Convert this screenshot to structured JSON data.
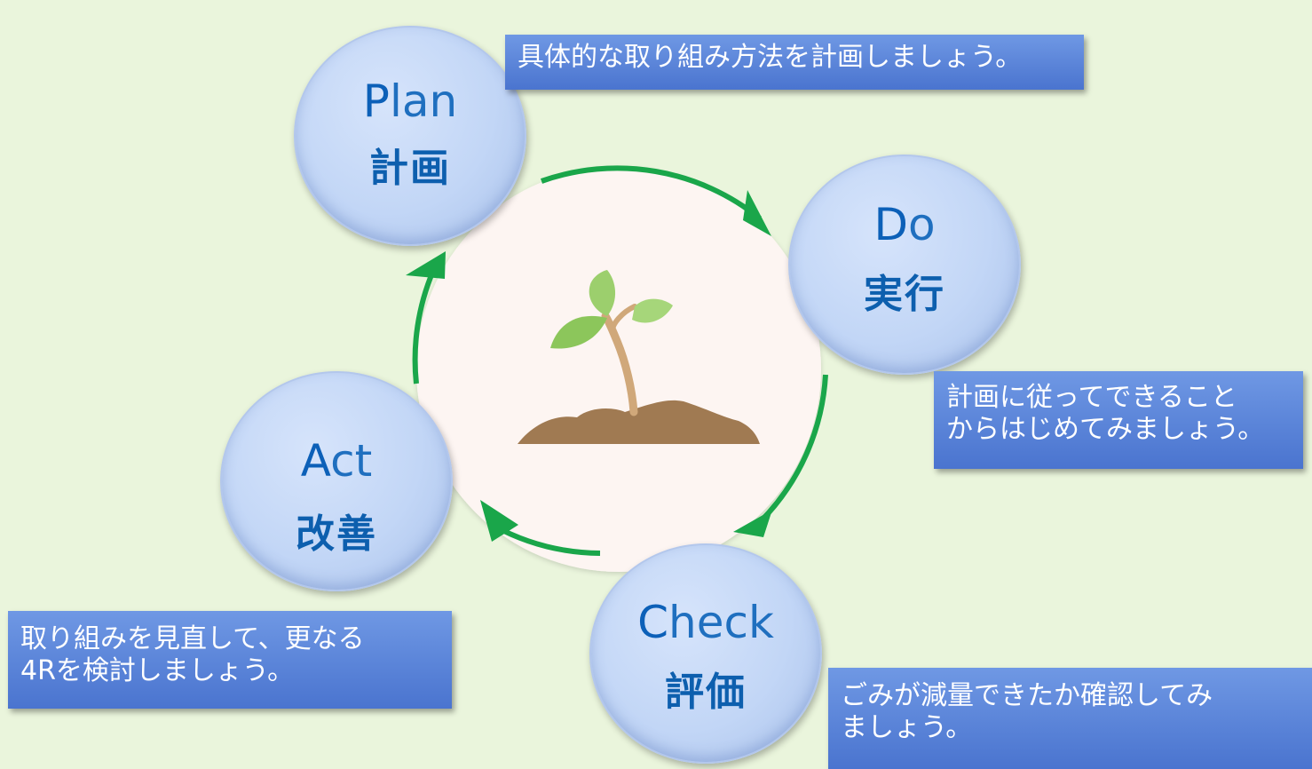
{
  "nodes": {
    "plan": {
      "initial": "P",
      "rest": "lan",
      "label_ja": "計画"
    },
    "do": {
      "initial": "D",
      "rest": "o",
      "label_ja": "実行"
    },
    "check": {
      "initial": "C",
      "rest": "heck",
      "label_ja": "評価"
    },
    "act": {
      "initial": "A",
      "rest": "ct",
      "label_ja": "改善"
    }
  },
  "callouts": {
    "plan": {
      "line1": "具体的な取り組み方法を計画しましょう。"
    },
    "do": {
      "line1": "計画に従ってできること",
      "line2": "からはじめてみましょう。"
    },
    "check": {
      "line1": "ごみが減量できたか確認してみ",
      "line2": "ましょう。"
    },
    "act": {
      "line1": "取り組みを見直して、更なる",
      "line2": "4Rを検討しましょう。"
    }
  },
  "colors": {
    "background": "#eaf5dc",
    "cycle_arrow": "#1aa64a",
    "center_circle": "#fdf5f2",
    "node_text": "#1f6fbf",
    "callout": "#5b83d8"
  },
  "center_icon": "sprout-icon"
}
